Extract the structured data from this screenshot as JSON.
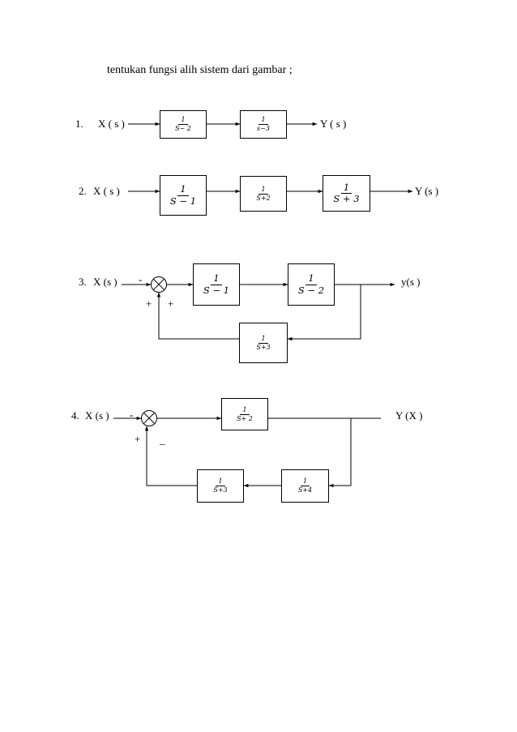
{
  "title": "tentukan fungsi alih sistem dari gambar ;",
  "d1": {
    "num": "1.",
    "input": "X ( s )",
    "output": "Y ( s )",
    "b1": {
      "n": "1",
      "d": "S− 2"
    },
    "b2": {
      "n": "1",
      "d": "s−3"
    }
  },
  "d2": {
    "num": "2.",
    "input": "X ( s )",
    "output": "Y (s )",
    "b1": {
      "n": "1",
      "d": "S − 1"
    },
    "b2": {
      "n": "1",
      "d": "S+2"
    },
    "b3": {
      "n": "1",
      "d": "S + 3"
    }
  },
  "d3": {
    "num": "3.",
    "input": "X (s )",
    "output": "y(s )",
    "sign_in": "-",
    "sign_a": "+",
    "sign_b": "+",
    "b1": {
      "n": "1",
      "d": "S − 1"
    },
    "b2": {
      "n": "1",
      "d": "S − 2"
    },
    "fb": {
      "n": "1",
      "d": "S+3"
    }
  },
  "d4": {
    "num": "4.",
    "input": "X (s )",
    "output": "Y (X )",
    "sign_in": "-",
    "sign_a": "+",
    "sign_b": "_",
    "b1": {
      "n": "1",
      "d": "S+ 2"
    },
    "fb1": {
      "n": "1",
      "d": "S+3"
    },
    "fb2": {
      "n": "1",
      "d": "S+4"
    }
  }
}
